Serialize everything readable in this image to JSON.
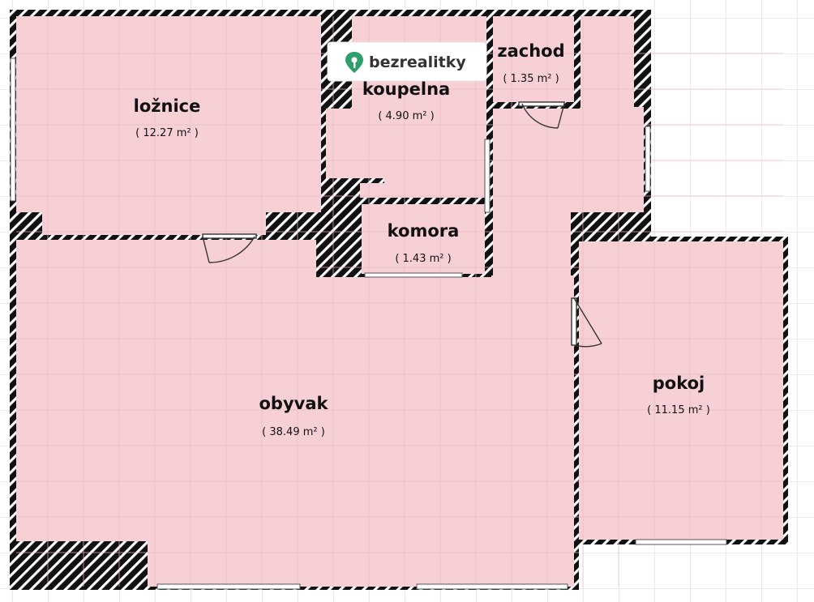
{
  "colors": {
    "room_fill": "#f7d0d6",
    "wall": "#111111",
    "grid": "#d9d9d9",
    "logo_green": "#2e9e6b"
  },
  "brand": {
    "name": "bezrealitky",
    "icon": "location-pin-icon"
  },
  "rooms": {
    "loznice": {
      "name": "ložnice",
      "area": "( 12.27 m² )"
    },
    "koupelna": {
      "name": "koupelna",
      "area": "( 4.90 m² )"
    },
    "zachod": {
      "name": "zachod",
      "area": "( 1.35 m² )"
    },
    "komora": {
      "name": "komora",
      "area": "( 1.43 m² )"
    },
    "obyvak": {
      "name": "obyvak",
      "area": "( 38.49 m² )"
    },
    "pokoj": {
      "name": "pokoj",
      "area": "( 11.15 m² )"
    }
  }
}
